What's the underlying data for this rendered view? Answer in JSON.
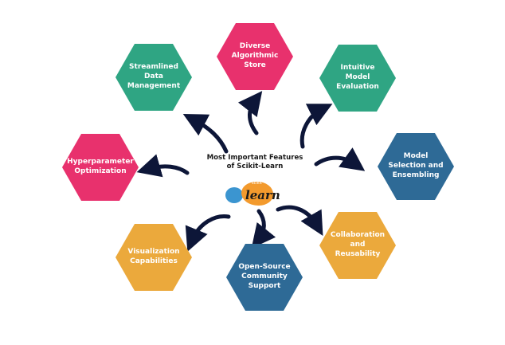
{
  "title": "Most Important Features\nof Scikit-Learn",
  "logo": {
    "small_text": "scikit",
    "main_text": "learn"
  },
  "colors": {
    "pink": "#e8316d",
    "teal": "#2fa583",
    "blue": "#2e6a96",
    "orange": "#eba93c",
    "arrow": "#0d1638"
  },
  "features": [
    {
      "label": "Diverse\nAlgorithmic\nStore",
      "color": "pink"
    },
    {
      "label": "Intuitive\nModel\nEvaluation",
      "color": "teal"
    },
    {
      "label": "Model\nSelection and\nEnsembling",
      "color": "blue"
    },
    {
      "label": "Collaboration\nand\nReusability",
      "color": "orange"
    },
    {
      "label": "Open-Source\nCommunity\nSupport",
      "color": "blue"
    },
    {
      "label": "Visualization\nCapabilities",
      "color": "orange"
    },
    {
      "label": "Hyperparameter\nOptimization",
      "color": "pink"
    },
    {
      "label": "Streamlined\nData\nManagement",
      "color": "teal"
    }
  ]
}
